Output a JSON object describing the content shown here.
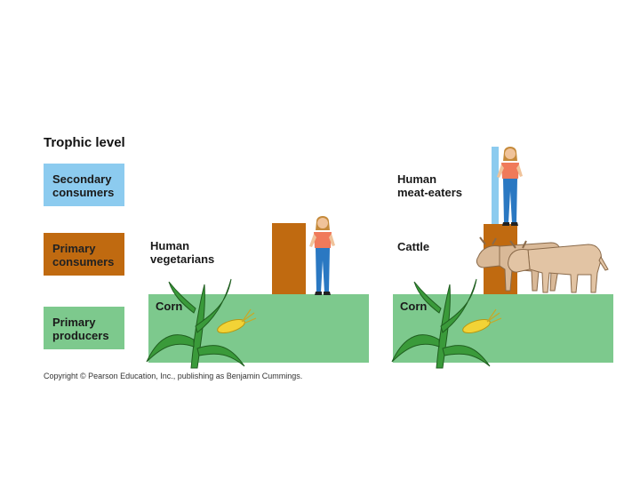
{
  "title": "Trophic level",
  "levels": {
    "secondary": {
      "line1": "Secondary",
      "line2": "consumers",
      "color": "#8ccbef"
    },
    "primary_consumers": {
      "line1": "Primary",
      "line2": "consumers",
      "color": "#c06a10"
    },
    "producers": {
      "line1": "Primary",
      "line2": "producers",
      "color": "#7dc98d"
    }
  },
  "left_pyramid": {
    "consumer_line1": "Human",
    "consumer_line2": "vegetarians",
    "producer_label": "Corn"
  },
  "right_pyramid": {
    "top_line1": "Human",
    "top_line2": "meat-eaters",
    "middle_label": "Cattle",
    "producer_label": "Corn"
  },
  "copyright": "Copyright © Pearson Education, Inc., publishing as Benjamin Cummings.",
  "colors": {
    "producer": "#7dc98d",
    "primary_consumer": "#c06a10",
    "secondary_consumer": "#8ccbef"
  }
}
